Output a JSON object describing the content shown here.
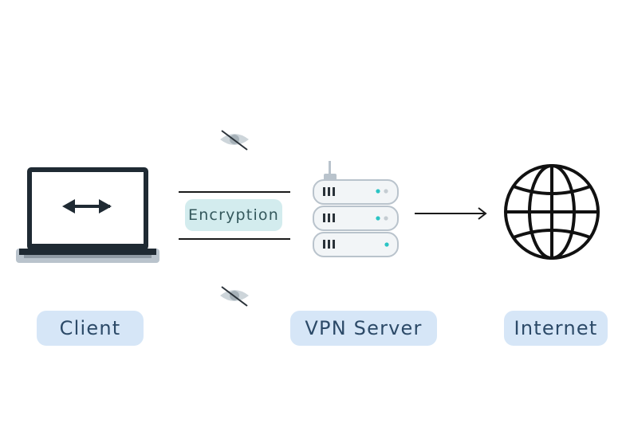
{
  "nodes": {
    "client": "Client",
    "vpn_server": "VPN Server",
    "internet": "Internet"
  },
  "tunnel": {
    "label": "Encryption"
  },
  "icons": {
    "client": "laptop-icon",
    "vpn_server": "server-rack-icon",
    "internet": "globe-icon",
    "privacy": "eye-slash-icon"
  },
  "colors": {
    "label_bg": "#d6e6f7",
    "label_text": "#2c4a68",
    "encryption_bg": "#d3ecee",
    "led_accent": "#2bc4c4"
  }
}
